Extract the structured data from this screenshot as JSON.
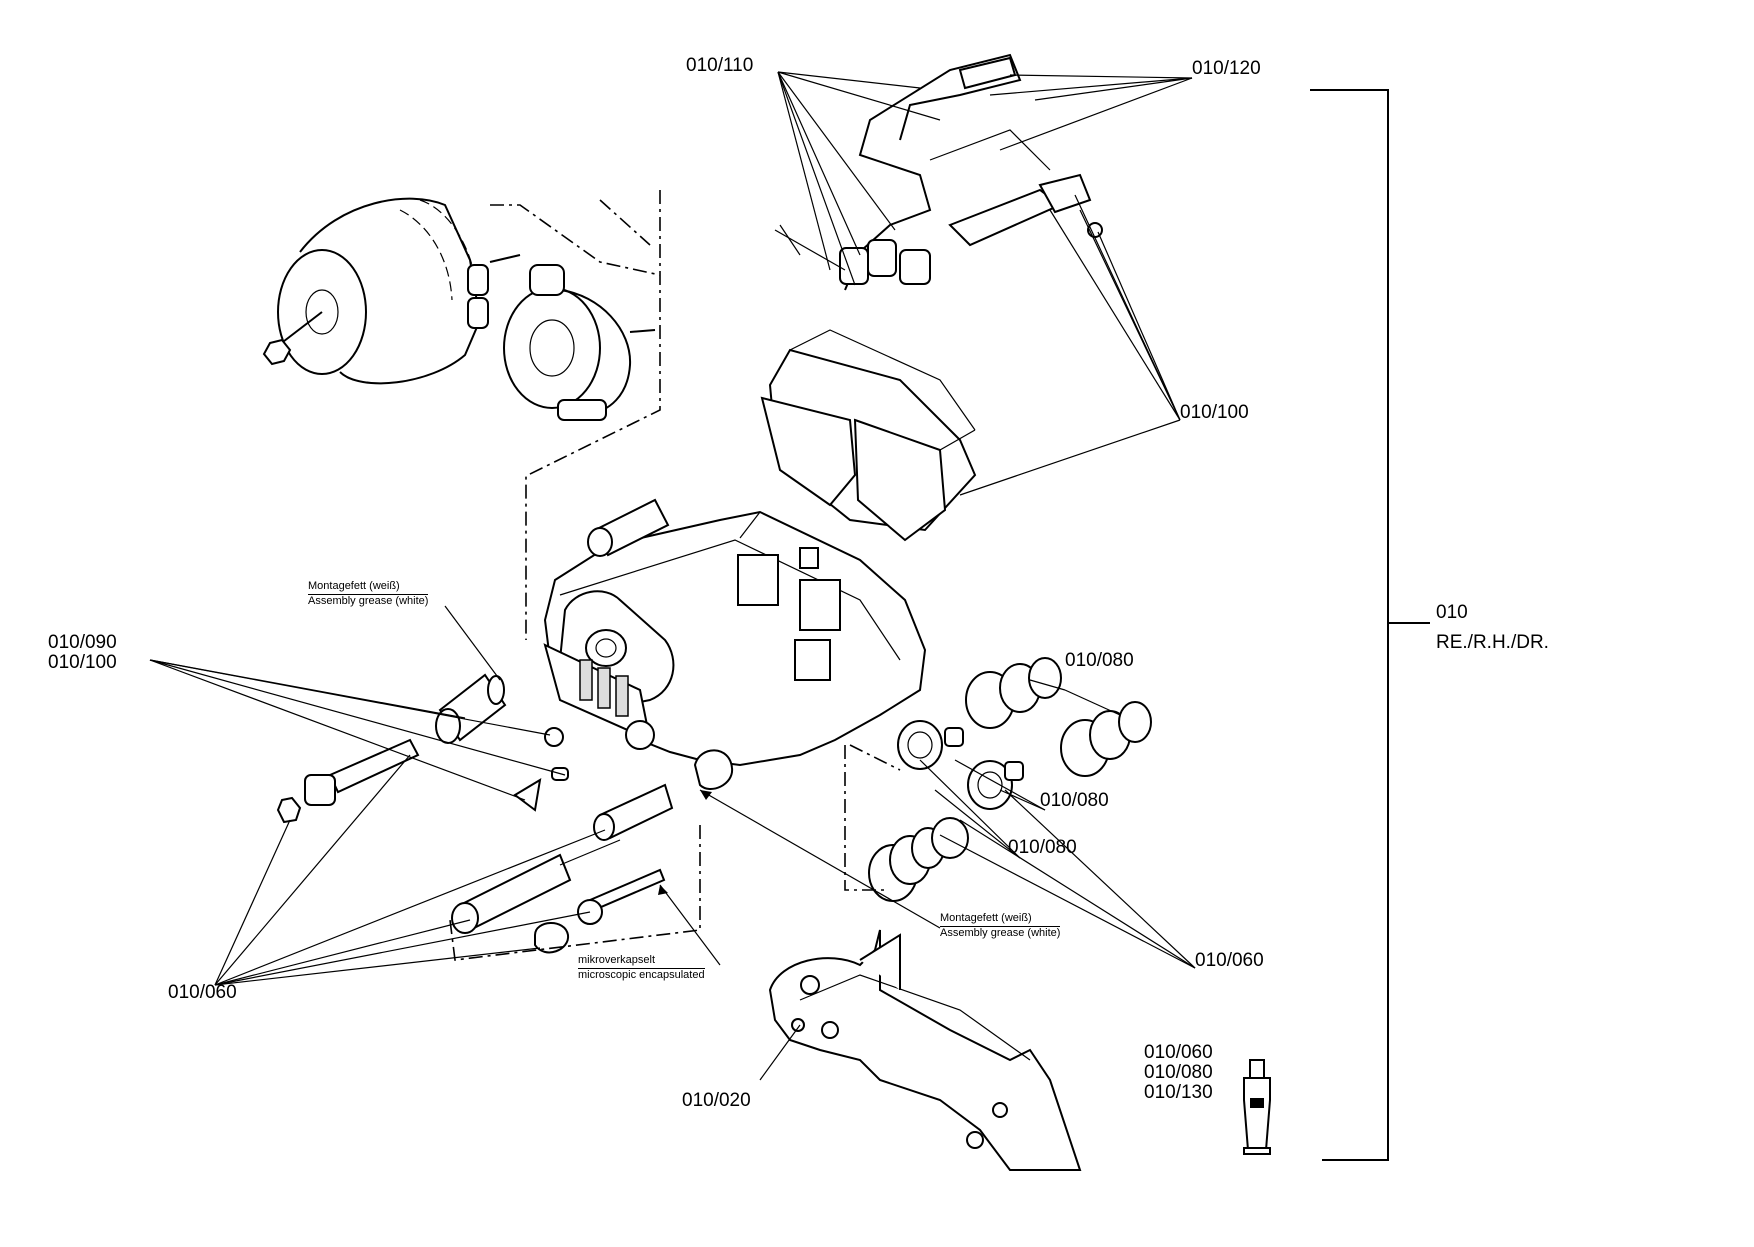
{
  "labels": {
    "p_110": "010/110",
    "p_120": "010/120",
    "p_100_top": "010/100",
    "p_090": "010/090",
    "p_100_left": "010/100",
    "p_080_a": "010/080",
    "p_080_b": "010/080",
    "p_080_c": "010/080",
    "p_060_left": "010/060",
    "p_060_right": "010/060",
    "p_020": "010/020",
    "tube_060": "010/060",
    "tube_080": "010/080",
    "tube_130": "010/130",
    "assembly_number": "010",
    "assembly_side": "RE./R.H./DR."
  },
  "notes": {
    "grease_left": {
      "de": "Montagefett (weiß)",
      "en": "Assembly grease (white)"
    },
    "grease_right": {
      "de": "Montagefett (weiß)",
      "en": "Assembly grease (white)"
    },
    "encapsulated": {
      "de": "mikroverkapselt",
      "en": "microscopic encapsulated"
    }
  },
  "icons": [
    "brake-chamber-icon",
    "wear-sensor-cable-icon",
    "brake-pad-icon",
    "caliper-housing-icon",
    "caliper-carrier-icon",
    "guide-pin-icon",
    "bellows-icon",
    "grease-tube-icon"
  ]
}
